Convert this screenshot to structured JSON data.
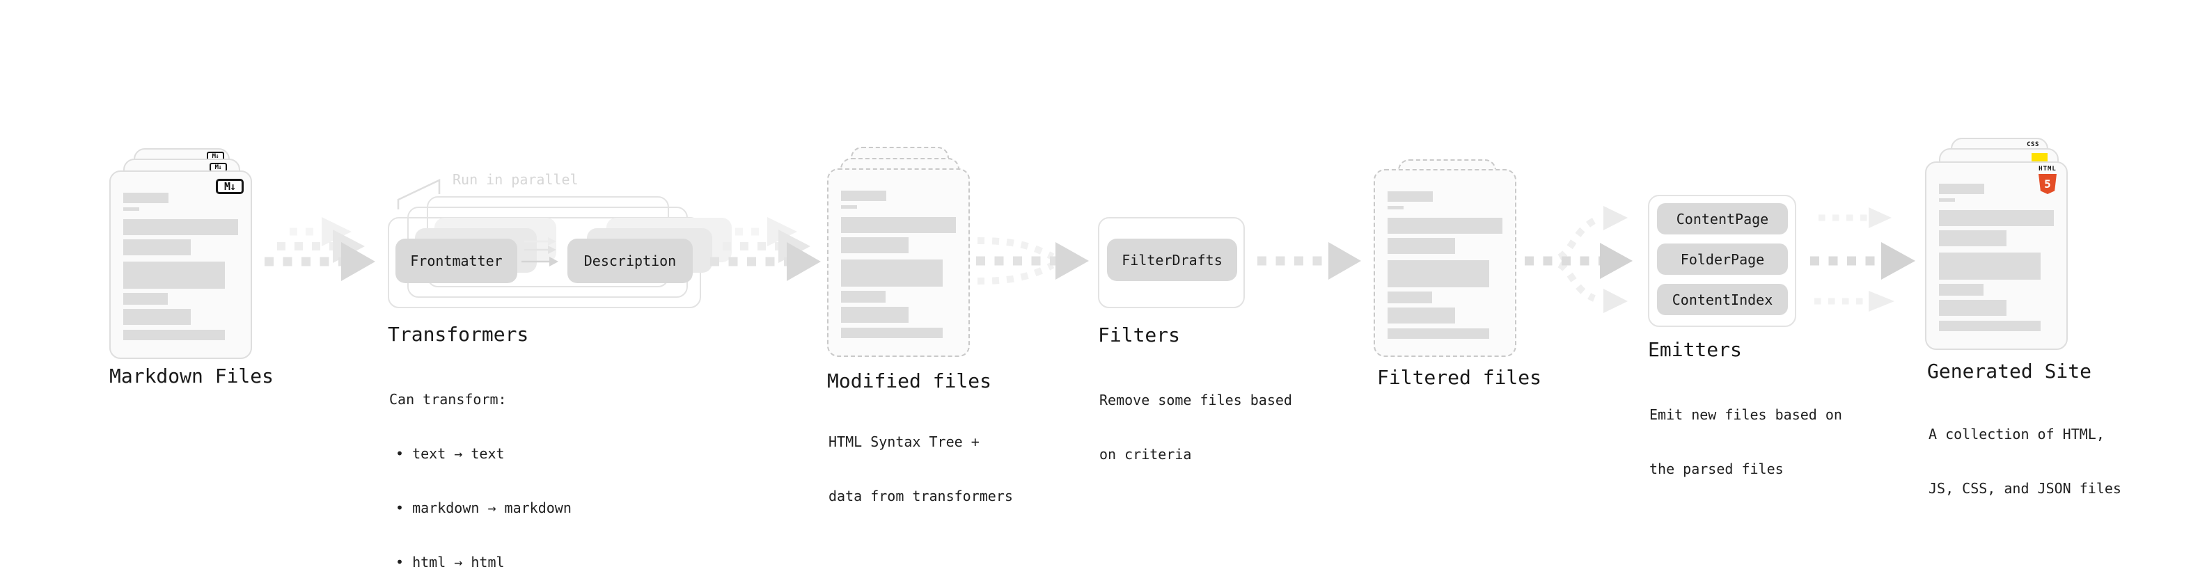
{
  "stages": {
    "markdown_files": {
      "label": "Markdown Files"
    },
    "transformers": {
      "label": "Transformers",
      "annotation": "Run in parallel",
      "pills": [
        "Frontmatter",
        "Description"
      ],
      "description_lines": [
        "Can transform:",
        "• text → text",
        "• markdown → markdown",
        "• html → html"
      ]
    },
    "modified_files": {
      "label": "Modified files",
      "description_lines": [
        "HTML Syntax Tree +",
        "data from transformers"
      ]
    },
    "filters": {
      "label": "Filters",
      "pills": [
        "FilterDrafts"
      ],
      "description_lines": [
        "Remove some files based",
        "on criteria"
      ]
    },
    "filtered_files": {
      "label": "Filtered files"
    },
    "emitters": {
      "label": "Emitters",
      "pills": [
        "ContentPage",
        "FolderPage",
        "ContentIndex"
      ],
      "description_lines": [
        "Emit new files based on",
        "the parsed files"
      ]
    },
    "generated_site": {
      "label": "Generated Site",
      "description_lines": [
        "A collection of HTML,",
        "JS, CSS, and JSON files"
      ]
    }
  },
  "icons": {
    "markdown": "M↓",
    "html5_label": "HTML",
    "html5_number": "5",
    "css_label": "CSS"
  },
  "colors": {
    "card_bg": "#fafafa",
    "card_border": "#dedede",
    "dashed_border": "#c9c9c9",
    "placeholder_bar": "#dcdcdc",
    "pill_bg": "#d9d9d9",
    "text": "#191919",
    "muted_annotation": "#d6d6d6",
    "arrow": "#d7d7d7",
    "html5_orange": "#e44d26",
    "js_yellow": "#ffe100",
    "css_blue": "#2160f3"
  }
}
